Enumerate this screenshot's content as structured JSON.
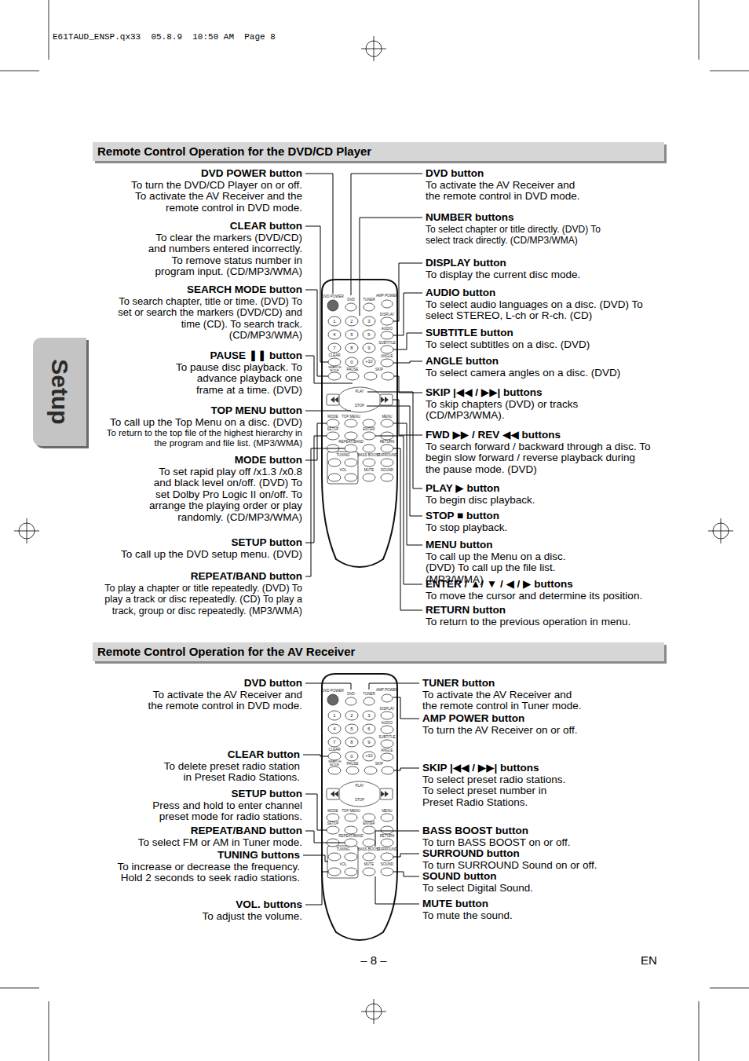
{
  "diagram": {
    "nodes": [
      {
        "text": [
          "Remote Control Operation for the DVD/CD Player"
        ]
      },
      {
        "text": [
          "Setup"
        ]
      },
      {
        "text": [
          "Remote Control Operation for the AV Receiver"
        ]
      }
    ],
    "labels": [
      "E61TAUD_ENSP.qx33  05.8.9  10:50 AM  Page 8",
      "DVD POWER button",
      "To turn the DVD/CD Player on or off. To activate the AV Receiver and the remote control in DVD mode.",
      "CLEAR button",
      "To clear the markers (DVD/CD) and numbers entered incorrectly. To remove status number in program input. (CD/MP3/WMA)",
      "SEARCH MODE button",
      "To search chapter, title or time. (DVD) To set or search the markers (DVD/CD) and time (CD). To search track. (CD/MP3/WMA)",
      "PAUSE ❚❚ button",
      "To pause disc playback. To advance playback one frame at a time. (DVD)",
      "TOP MENU button",
      "To call up the Top Menu on a disc. (DVD)",
      "To return to the top file of the highest hierarchy in the program and file list. (MP3/WMA)",
      "MODE button",
      "To set rapid play off /x1.3 /x0.8 and black level on/off. (DVD) To set Dolby Pro Logic II on/off. To arrange the playing order or play randomly. (CD/MP3/WMA)",
      "SETUP button",
      "To call up the DVD setup menu. (DVD)",
      "REPEAT/BAND button",
      "To play a chapter or title repeatedly. (DVD) To play a track or disc repeatedly. (CD) To play a track, group or disc repeatedly. (MP3/WMA)",
      "DVD button",
      "To activate the AV Receiver and the remote control in DVD mode.",
      "NUMBER buttons",
      "To select chapter or title directly. (DVD) To select track directly. (CD/MP3/WMA)",
      "DISPLAY button",
      "To display the current disc mode.",
      "AUDIO button",
      "To select audio languages on a disc. (DVD) To select STEREO, L-ch or R-ch. (CD)",
      "SUBTITLE button",
      "To select subtitles on a disc. (DVD)",
      "ANGLE button",
      "To select camera angles on a disc. (DVD)",
      "SKIP |◀◀ / ▶▶| buttons",
      "To skip chapters (DVD) or tracks (CD/MP3/WMA).",
      "FWD ▶▶ / REV ◀◀ buttons",
      "To search forward / backward through a disc. To begin slow forward / reverse playback during the pause mode. (DVD)",
      "PLAY ▶ button",
      "To begin disc playback.",
      "STOP ■ button",
      "To stop playback.",
      "MENU button",
      "To call up the Menu on a disc. (DVD) To call up the file list. (MP3/WMA)",
      "ENTER / ▲/ ▼ / ◀ / ▶ buttons",
      "To move the cursor and determine its position.",
      "RETURN button",
      "To return to the previous operation in menu.",
      "DVD POWER",
      "DVD",
      "TUNER",
      "AMP POWER",
      "DISPLAY",
      "1",
      "2",
      "3",
      "AUDIO",
      "4",
      "5",
      "6",
      "SUBTITLE",
      "7",
      "8",
      "9",
      "ANGLE",
      "CLEAR",
      "0",
      "+10",
      "SEARCH MODE",
      "PAUSE",
      "SKIP",
      "PLAY",
      "STOP",
      "MODE",
      "TOP MENU",
      "MENU",
      "SETUP",
      "ENTER",
      "REPEAT/BAND",
      "RETURN",
      "TUNING",
      "BASS BOOST",
      "SURROUND",
      "VOL",
      "MUTE",
      "SOUND",
      "DVD button",
      "To activate the AV Receiver and the remote control in DVD mode.",
      "CLEAR button",
      "To delete preset radio station in Preset Radio Stations.",
      "SETUP button",
      "Press and hold to enter channel preset mode for radio stations.",
      "REPEAT/BAND button",
      "To select FM or AM in Tuner mode.",
      "TUNING buttons",
      "To increase or decrease the frequency. Hold 2 seconds to seek radio stations.",
      "VOL. buttons",
      "To adjust the volume.",
      "TUNER button",
      "To activate the AV Receiver and the remote control in Tuner mode.",
      "AMP POWER button",
      "To turn the AV Receiver on or off.",
      "SKIP |◀◀ / ▶▶| buttons",
      "To select preset radio stations. To select preset number in Preset Radio Stations.",
      "BASS BOOST button",
      "To turn BASS BOOST on or off.",
      "SURROUND button",
      "To turn SURROUND Sound on or off.",
      "SOUND button",
      "To select Digital Sound.",
      "MUTE button",
      "To mute the sound.",
      "DVD POWER",
      "DVD",
      "TUNER",
      "AMP POWER",
      "DISPLAY",
      "1",
      "2",
      "3",
      "AUDIO",
      "4",
      "5",
      "6",
      "SUBTITLE",
      "7",
      "8",
      "9",
      "ANGLE",
      "CLEAR",
      "0",
      "+10",
      "SEARCH MODE",
      "PAUSE",
      "SKIP",
      "PLAY",
      "STOP",
      "MODE",
      "TOP MENU",
      "MENU",
      "SETUP",
      "ENTER",
      "REPEAT/BAND",
      "RETURN",
      "TUNING",
      "BASS BOOST",
      "SURROUND",
      "VOL",
      "MUTE",
      "SOUND",
      "– 8 –",
      "EN"
    ]
  }
}
